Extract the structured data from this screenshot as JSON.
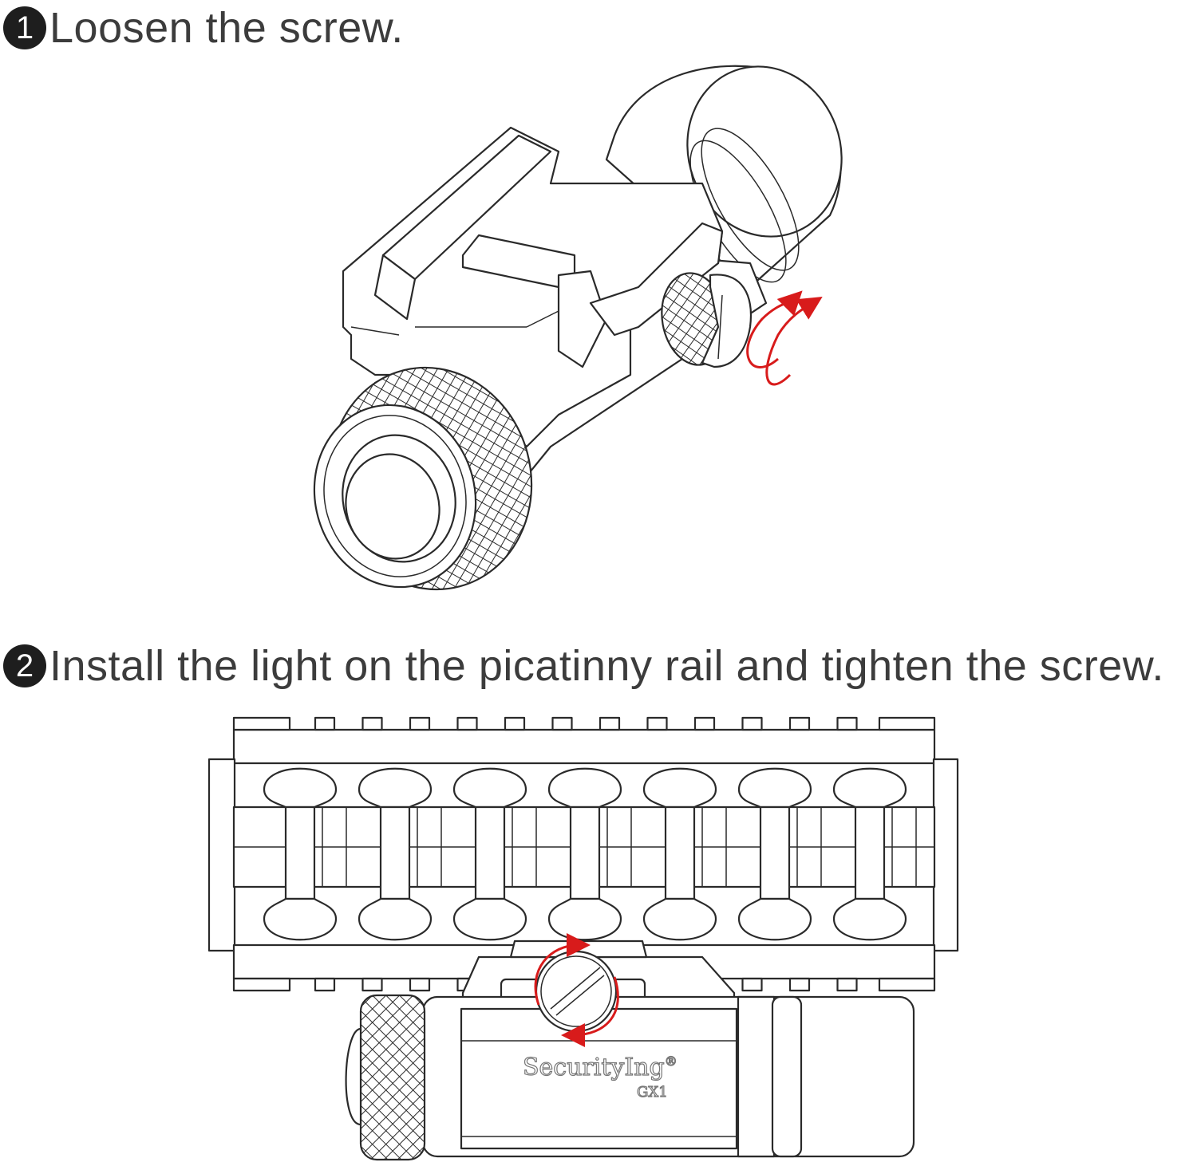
{
  "steps": [
    {
      "number": "1",
      "text": "Loosen the screw."
    },
    {
      "number": "2",
      "text": "Install the light on the picatinny rail and tighten the screw."
    }
  ],
  "product": {
    "brand": "SecurityIng",
    "mark": "®",
    "model": "GX1"
  },
  "colors": {
    "arrow": "#d81b1b",
    "line": "#2a2a2a",
    "badge": "#1e1e1e"
  }
}
